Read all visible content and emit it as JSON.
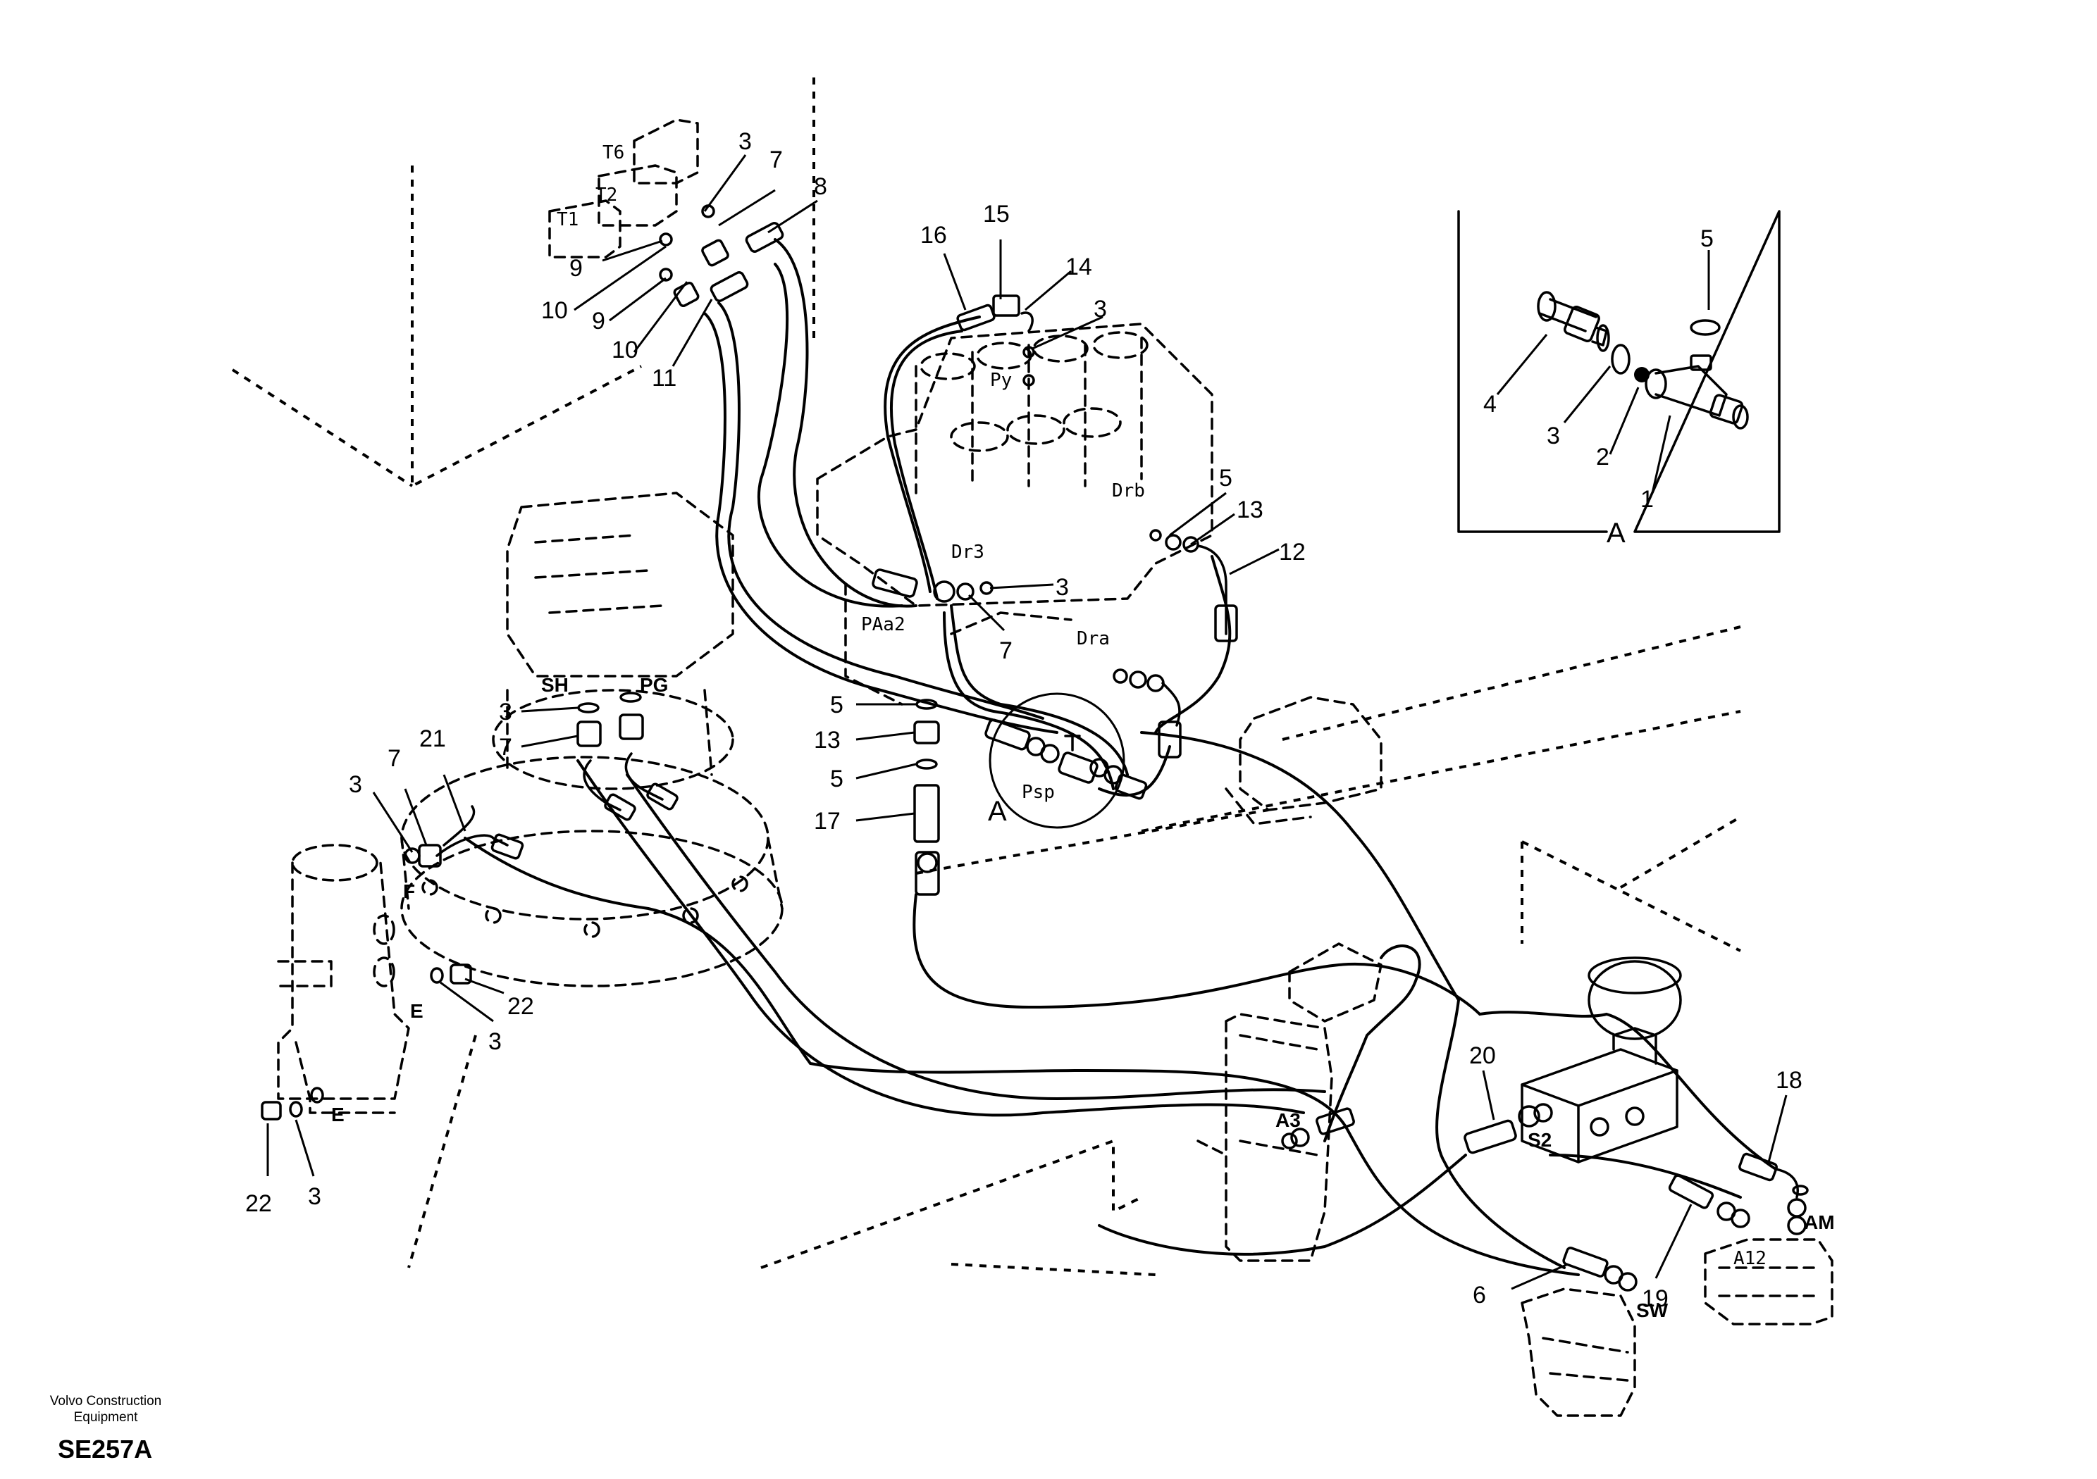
{
  "detail_view": {
    "title": "A",
    "labels": [
      "5",
      "4",
      "3",
      "2",
      "1"
    ]
  },
  "callouts": {
    "top_fittings": [
      "3",
      "7",
      "8",
      "9",
      "10",
      "9",
      "10",
      "11"
    ],
    "pilot_block": [
      "16",
      "15",
      "14",
      "3"
    ],
    "valve_right": [
      "5",
      "13",
      "12",
      "3",
      "7"
    ],
    "center_stack": [
      "5",
      "13",
      "5",
      "17"
    ],
    "swivel_left": [
      "3",
      "7",
      "21",
      "3",
      "7"
    ],
    "motor_left": [
      "22",
      "3",
      "22",
      "3"
    ],
    "lower_right": [
      "20",
      "18",
      "19",
      "6"
    ]
  },
  "ports": {
    "t6": "T6",
    "t2": "T2",
    "t1": "T1",
    "py": "Py",
    "drb": "Drb",
    "dr3": "Dr3",
    "paa2": "PAa2",
    "dra": "Dra",
    "psp": "Psp",
    "sh": "SH",
    "pg": "PG",
    "f": "F",
    "e_upper": "E",
    "e_lower": "E",
    "a3": "A3",
    "s2": "S2",
    "am": "AM",
    "a12": "A12",
    "sw": "SW"
  },
  "view_marker": "A",
  "footer": {
    "brand_line1": "Volvo Construction",
    "brand_line2": "Equipment",
    "code": "SE257A"
  }
}
